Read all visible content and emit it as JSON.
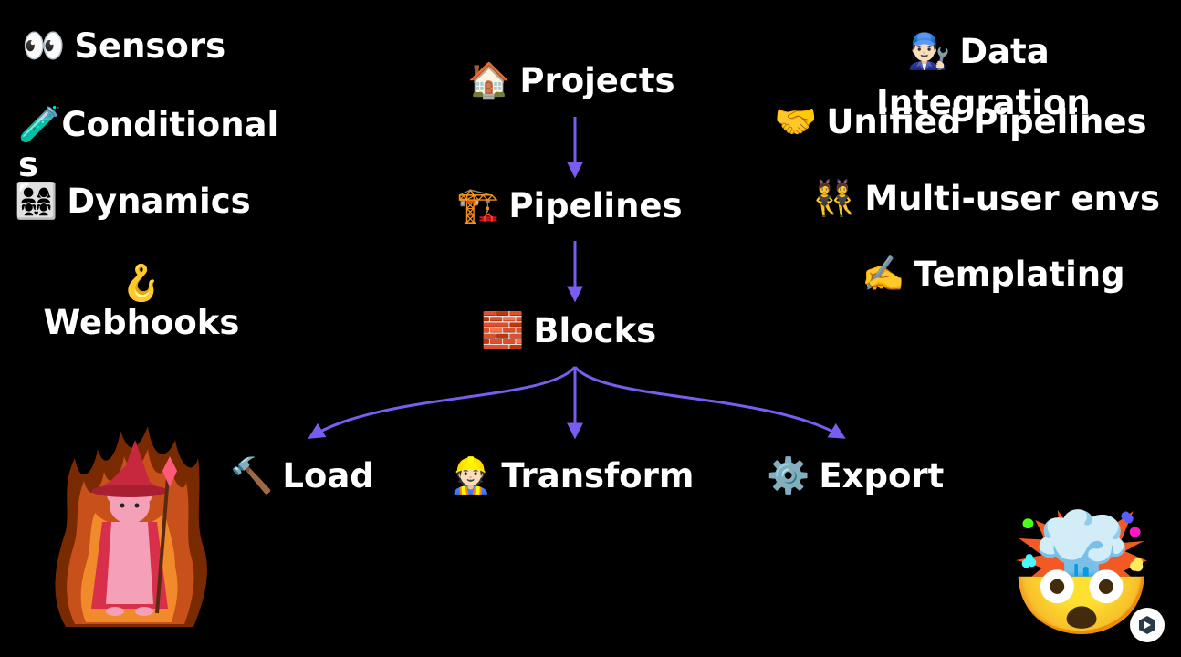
{
  "left": {
    "sensors": {
      "icon": "👀",
      "label": "Sensors"
    },
    "conditionals": {
      "icon": "🧪",
      "label": "Conditionals"
    },
    "dynamics": {
      "icon": "👨‍👩‍👧‍👧",
      "label": "Dynamics"
    },
    "webhooks": {
      "icon": "🪝",
      "label": "Webhooks"
    }
  },
  "center": {
    "projects": {
      "icon": "🏠",
      "label": "Projects"
    },
    "pipelines": {
      "icon": "🏗️",
      "label": "Pipelines"
    },
    "blocks": {
      "icon": "🧱",
      "label": "Blocks"
    },
    "load": {
      "icon": "🔨",
      "label": "Load"
    },
    "transform": {
      "icon": "👷🏻",
      "label": "Transform"
    },
    "export": {
      "icon": "⚙️",
      "label": "Export"
    }
  },
  "right": {
    "data_integration": {
      "icon": "👨🏻‍🔧",
      "label": "Data Integration"
    },
    "unified_pipelines": {
      "icon": "🤝",
      "label": "Unified Pipelines"
    },
    "multi_user": {
      "icon": "👯",
      "label": "Multi-user envs"
    },
    "templating": {
      "icon": "✍️",
      "label": "Templating"
    }
  },
  "colors": {
    "background": "#000000",
    "text": "#ffffff",
    "arrow": "#7b5cf0"
  },
  "decorations": {
    "mascot": "wizard-mascot",
    "corner_emoji": "🤯",
    "badge": "mage-logo-icon"
  }
}
